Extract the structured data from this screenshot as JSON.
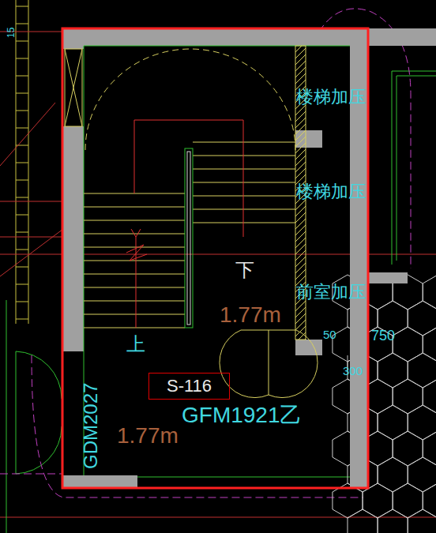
{
  "diagram": {
    "nodes": [
      {
        "text": [
          "S-116"
        ]
      }
    ],
    "labels": [
      "15",
      "楼梯加压",
      "楼梯加压",
      "前室加压",
      "下",
      "1.77m",
      "上",
      "50",
      "750",
      "300",
      "GFM1921乙",
      "GDM2027",
      "1.77m"
    ]
  }
}
